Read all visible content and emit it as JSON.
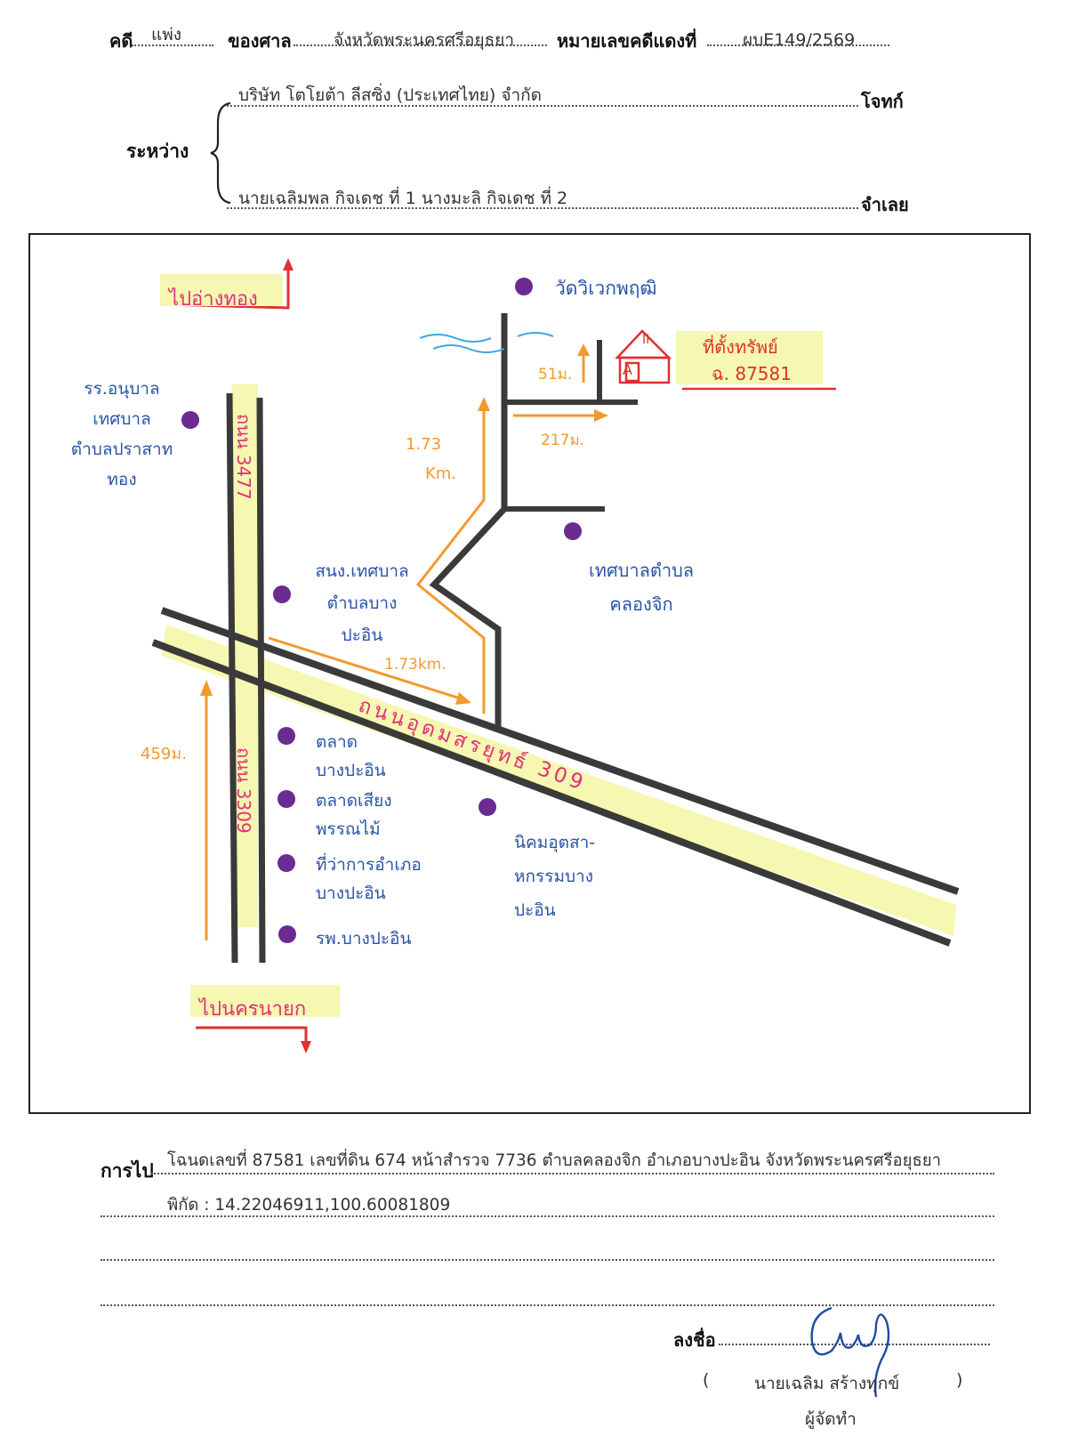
{
  "header": {
    "case_label": "คดี",
    "case_type": "แพ่ง",
    "court_label": "ของศาล",
    "court_name": "จังหวัดพระนครศรีอยุธยา",
    "red_no_label": "หมายเลขคดีแดงที่",
    "red_no": "ผบE149/2569"
  },
  "parties": {
    "between_label": "ระหว่าง",
    "plaintiff": "บริษัท โตโยต้า ลีสซิ่ง (ประเทศไทย) จำกัด",
    "plaintiff_label": "โจทก์",
    "defendant": "นายเฉลิมพล กิจเดช ที่ 1 นางมะลิ กิจเดช ที่ 2",
    "defendant_label": "จำเลย"
  },
  "map": {
    "to_north": "ไปอ่างทอง",
    "to_south": "ไปนครนายก",
    "school": [
      "รร.อนุบาล",
      "เทศบาล",
      "ตำบลปราสาท",
      "ทอง"
    ],
    "road_3477": "ถนน 3477",
    "road_3309": "ถนน 3309",
    "road_309": "ถนนอุดมสรยุทธ์ 309",
    "temple": "วัดวิเวกพฤฒิ",
    "property_label": "ที่ตั้งทรัพย์",
    "deed_label": "ฉ. 87581",
    "house_letter": "A",
    "house_mark": "II",
    "dist_51m": "51ม.",
    "dist_217m": "217ม.",
    "dist_173km_a": "1.73",
    "dist_173km_b": "Km.",
    "dist_173km_c": "1.73km.",
    "dist_459m": "459ม.",
    "office": [
      "สนง.เทศบาล",
      "ตำบลบาง",
      "ปะอิน"
    ],
    "khlong_jik": [
      "เทศบาลตำบล",
      "คลองจิก"
    ],
    "market": [
      "ตลาด",
      "บางปะอิน"
    ],
    "bird_market": [
      "ตลาดเสียง",
      "พรรณไม้"
    ],
    "district_office": [
      "ที่ว่าการอำเภอ",
      "บางปะอิน"
    ],
    "hospital": "รพ.บางปะอิน",
    "industrial": [
      "นิคมอุตสา-",
      "หกรรมบาง",
      "ปะอิน"
    ]
  },
  "directions": {
    "label": "การไป",
    "line1": "โฉนดเลขที่ 87581 เลขที่ดิน 674 หน้าสำรวจ 7736 ตำบลคลองจิก อำเภอบางปะอิน จังหวัดพระนครศรีอยุธยา",
    "line2": "พิกัด : 14.22046911,100.60081809"
  },
  "signature": {
    "sign_label": "ลงชื่อ",
    "open_paren": "(",
    "name": "นายเฉลิม  สร้างทุกข์",
    "close_paren": ")",
    "role": "ผู้จัดทำ"
  },
  "colors": {
    "highlight": "#f6f7b0",
    "road": "#3a3a3a",
    "route": "#f29a2e",
    "poi_dot": "#6a2c91",
    "blue_ink": "#2a54a8",
    "pink_ink": "#e0307a",
    "red_ink": "#e03030",
    "water": "#3aa8e0"
  }
}
